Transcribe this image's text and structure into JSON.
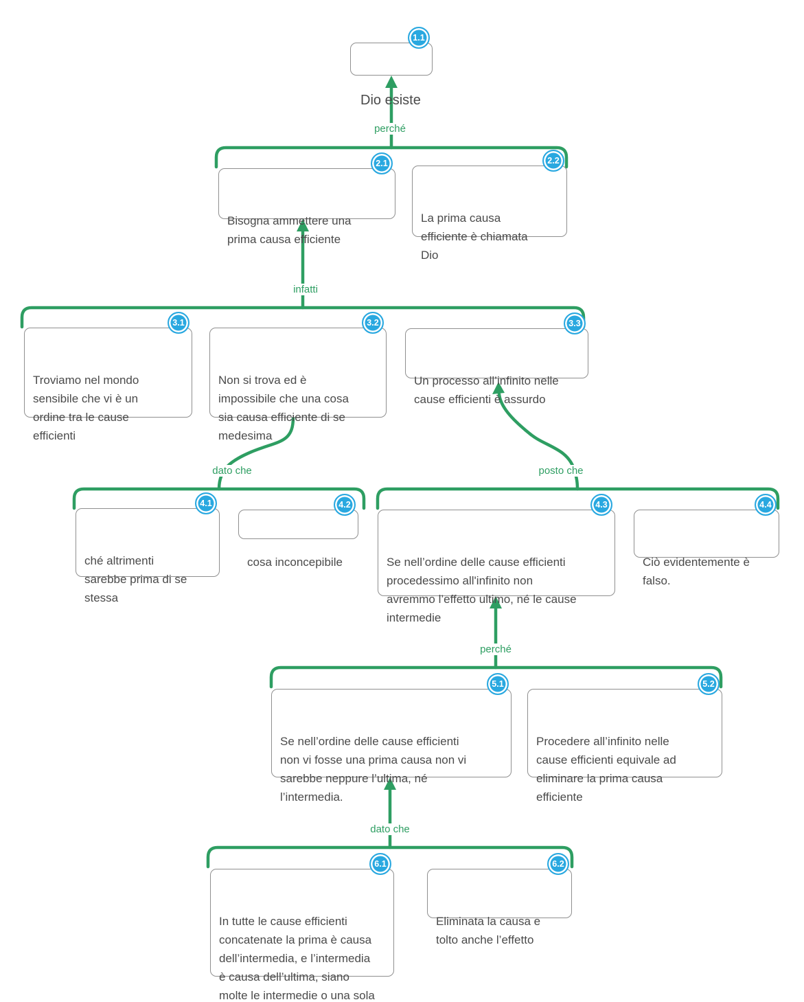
{
  "diagram": {
    "colors": {
      "connector_green": "#2e9e62",
      "badge_blue": "#29a8e0",
      "node_border_gray": "#8f8f8f",
      "node_text_gray": "#4a4a4a"
    },
    "connector_labels": [
      "perché",
      "infatti",
      "dato che",
      "posto che",
      "perché",
      "dato che"
    ],
    "nodes": [
      {
        "id": "1.1",
        "text": "Dio esiste"
      },
      {
        "id": "2.1",
        "text": "Bisogna ammettere una\nprima causa efficiente"
      },
      {
        "id": "2.2",
        "text": "La prima causa\nefficiente è chiamata\nDio"
      },
      {
        "id": "3.1",
        "text": "Troviamo nel mondo\nsensibile che vi è un\nordine tra le cause\nefficienti"
      },
      {
        "id": "3.2",
        "text": "Non si trova ed è\nimpossibile che una cosa\nsia causa efficiente di se\nmedesima"
      },
      {
        "id": "3.3",
        "text": "Un processo all’infinito nelle\ncause efficienti è assurdo"
      },
      {
        "id": "4.1",
        "text": "ché altrimenti\nsarebbe prima di se\nstessa"
      },
      {
        "id": "4.2",
        "text": "cosa inconcepibile"
      },
      {
        "id": "4.3",
        "text": "Se nell’ordine delle cause efficienti\nprocedessimo all'infinito non\navremmo l’effetto ultimo, né le cause\nintermedie"
      },
      {
        "id": "4.4",
        "text": "Ciò evidentemente è\nfalso."
      },
      {
        "id": "5.1",
        "text": "Se nell’ordine delle cause efficienti\nnon vi fosse una prima causa non vi\nsarebbe neppure l’ultima, né\nl’intermedia."
      },
      {
        "id": "5.2",
        "text": "Procedere all’infinito nelle\ncause efficienti equivale ad\neliminare la prima causa\nefficiente"
      },
      {
        "id": "6.1",
        "text": "In tutte le cause efficienti\nconcatenate la prima è causa\ndell’intermedia, e l’intermedia\nè causa dell’ultima, siano\nmolte le intermedie o una sola"
      },
      {
        "id": "6.2",
        "text": "Eliminata la causa e\ntolto anche l’effetto"
      }
    ]
  }
}
